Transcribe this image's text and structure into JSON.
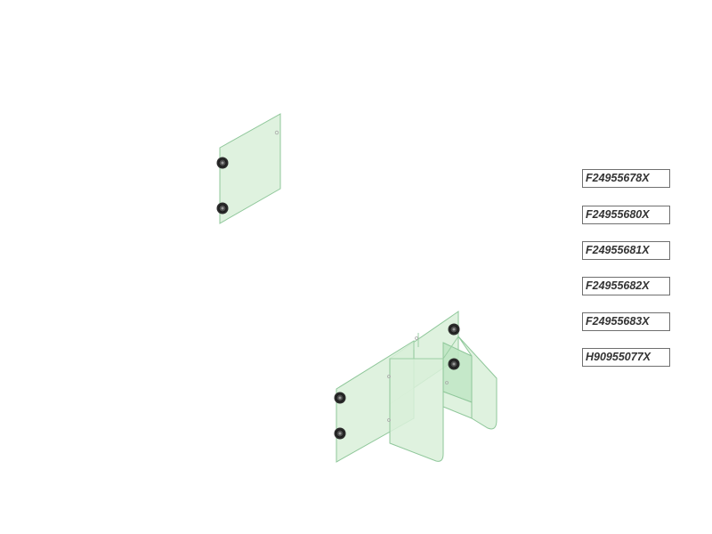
{
  "diagram": {
    "colors": {
      "glass": "#d9f0d9",
      "glass_edge": "#8fc79a",
      "knob": "#2b2b2b",
      "label_border": "#6f6f6f",
      "label_text": "#333333"
    },
    "part_labels": [
      {
        "code": "F24955678X"
      },
      {
        "code": "F24955680X"
      },
      {
        "code": "F24955681X"
      },
      {
        "code": "F24955682X"
      },
      {
        "code": "F24955683X"
      },
      {
        "code": "H90955077X"
      }
    ]
  }
}
